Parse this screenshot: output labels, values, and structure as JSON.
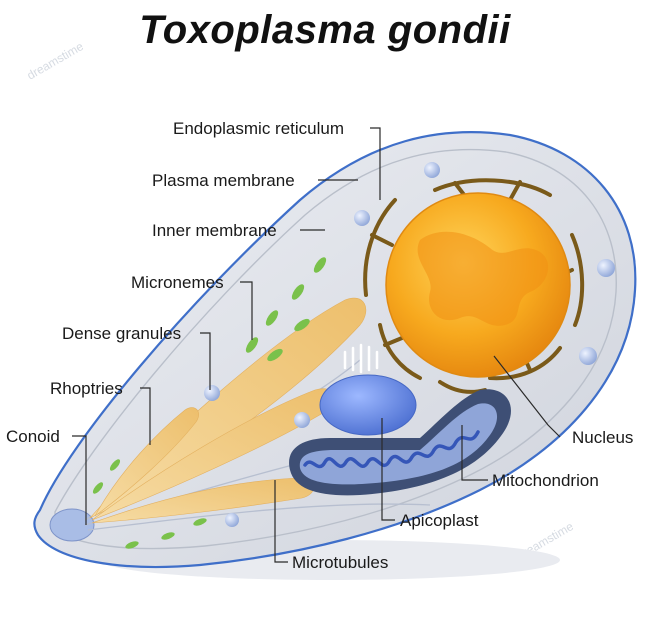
{
  "title": "Toxoplasma gondii",
  "labels": {
    "endoplasmic_reticulum": "Endoplasmic reticulum",
    "plasma_membrane": "Plasma membrane",
    "inner_membrane": "Inner membrane",
    "micronemes": "Micronemes",
    "dense_granules": "Dense granules",
    "rhoptries": "Rhoptries",
    "conoid": "Conoid",
    "nucleus": "Nucleus",
    "mitochondrion": "Mitochondrion",
    "apicoplast": "Apicoplast",
    "microtubules": "Microtubules"
  },
  "watermark": "dreamstime",
  "colors": {
    "cell_outline": "#3f6fc9",
    "cytoplasm": "#d9dce3",
    "nucleus": "#f5a623",
    "rhoptry": "#f3cf8d",
    "er": "#7a5a1a",
    "mitochondrion": "#5b7fd6",
    "apicoplast": "#6f93e8",
    "microneme": "#7ac14b"
  }
}
